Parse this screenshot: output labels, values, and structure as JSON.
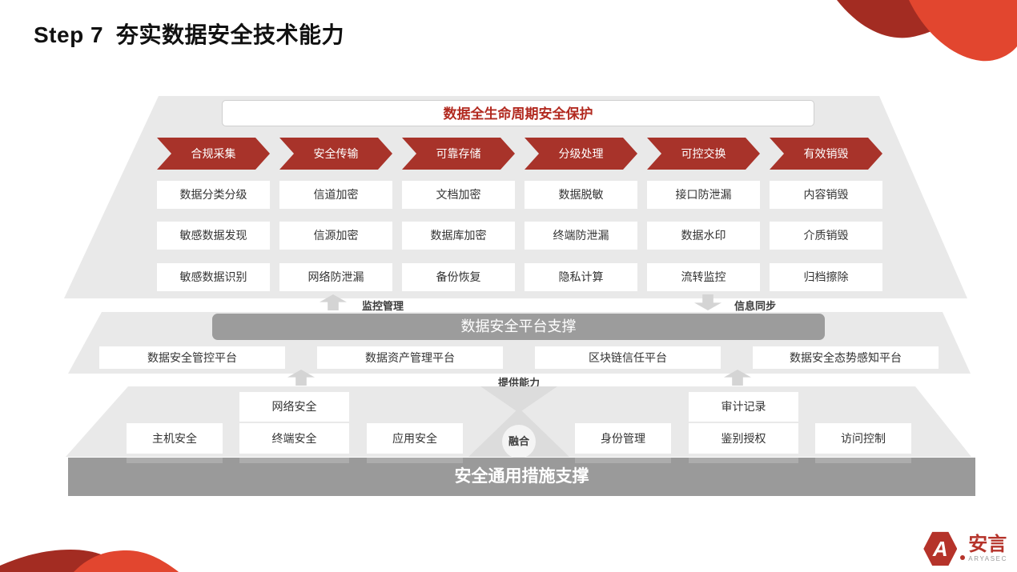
{
  "page": {
    "title_en": "Step 7",
    "title_zh": "夯实数据安全技术能力"
  },
  "diagram": {
    "lifecycle": {
      "header": "数据全生命周期安全保护",
      "stages": [
        {
          "label": "合规采集",
          "items": [
            "数据分类分级",
            "敏感数据发现",
            "敏感数据识别"
          ]
        },
        {
          "label": "安全传输",
          "items": [
            "信道加密",
            "信源加密",
            "网络防泄漏"
          ]
        },
        {
          "label": "可靠存储",
          "items": [
            "文档加密",
            "数据库加密",
            "备份恢复"
          ]
        },
        {
          "label": "分级处理",
          "items": [
            "数据脱敏",
            "终端防泄漏",
            "隐私计算"
          ]
        },
        {
          "label": "可控交换",
          "items": [
            "接口防泄漏",
            "数据水印",
            "流转监控"
          ]
        },
        {
          "label": "有效销毁",
          "items": [
            "内容销毁",
            "介质销毁",
            "归档擦除"
          ]
        }
      ]
    },
    "connectors": {
      "monitor": "监控管理",
      "sync": "信息同步",
      "provide": "提供能力",
      "fusion": "融合"
    },
    "platform": {
      "bar": "数据安全平台支撑",
      "items": [
        "数据安全管控平台",
        "数据资产管理平台",
        "区块链信任平台",
        "数据安全态势感知平台"
      ]
    },
    "general": {
      "bar": "安全通用措施支撑",
      "top_left": "网络安全",
      "row_left": [
        "主机安全",
        "终端安全",
        "应用安全"
      ],
      "top_right": "审计记录",
      "row_right": [
        "身份管理",
        "鉴别授权",
        "访问控制"
      ]
    }
  },
  "logo": {
    "letter": "A",
    "name": "安言",
    "sub": "ARYASEC"
  },
  "colors": {
    "banner_red": "#A8332A",
    "header_text_red": "#B22A20",
    "panel_gray": "#E9E9E9",
    "bar_gray": "#9C9C9C",
    "swoosh_dark": "#A32C22",
    "swoosh_bright": "#E2462F"
  }
}
